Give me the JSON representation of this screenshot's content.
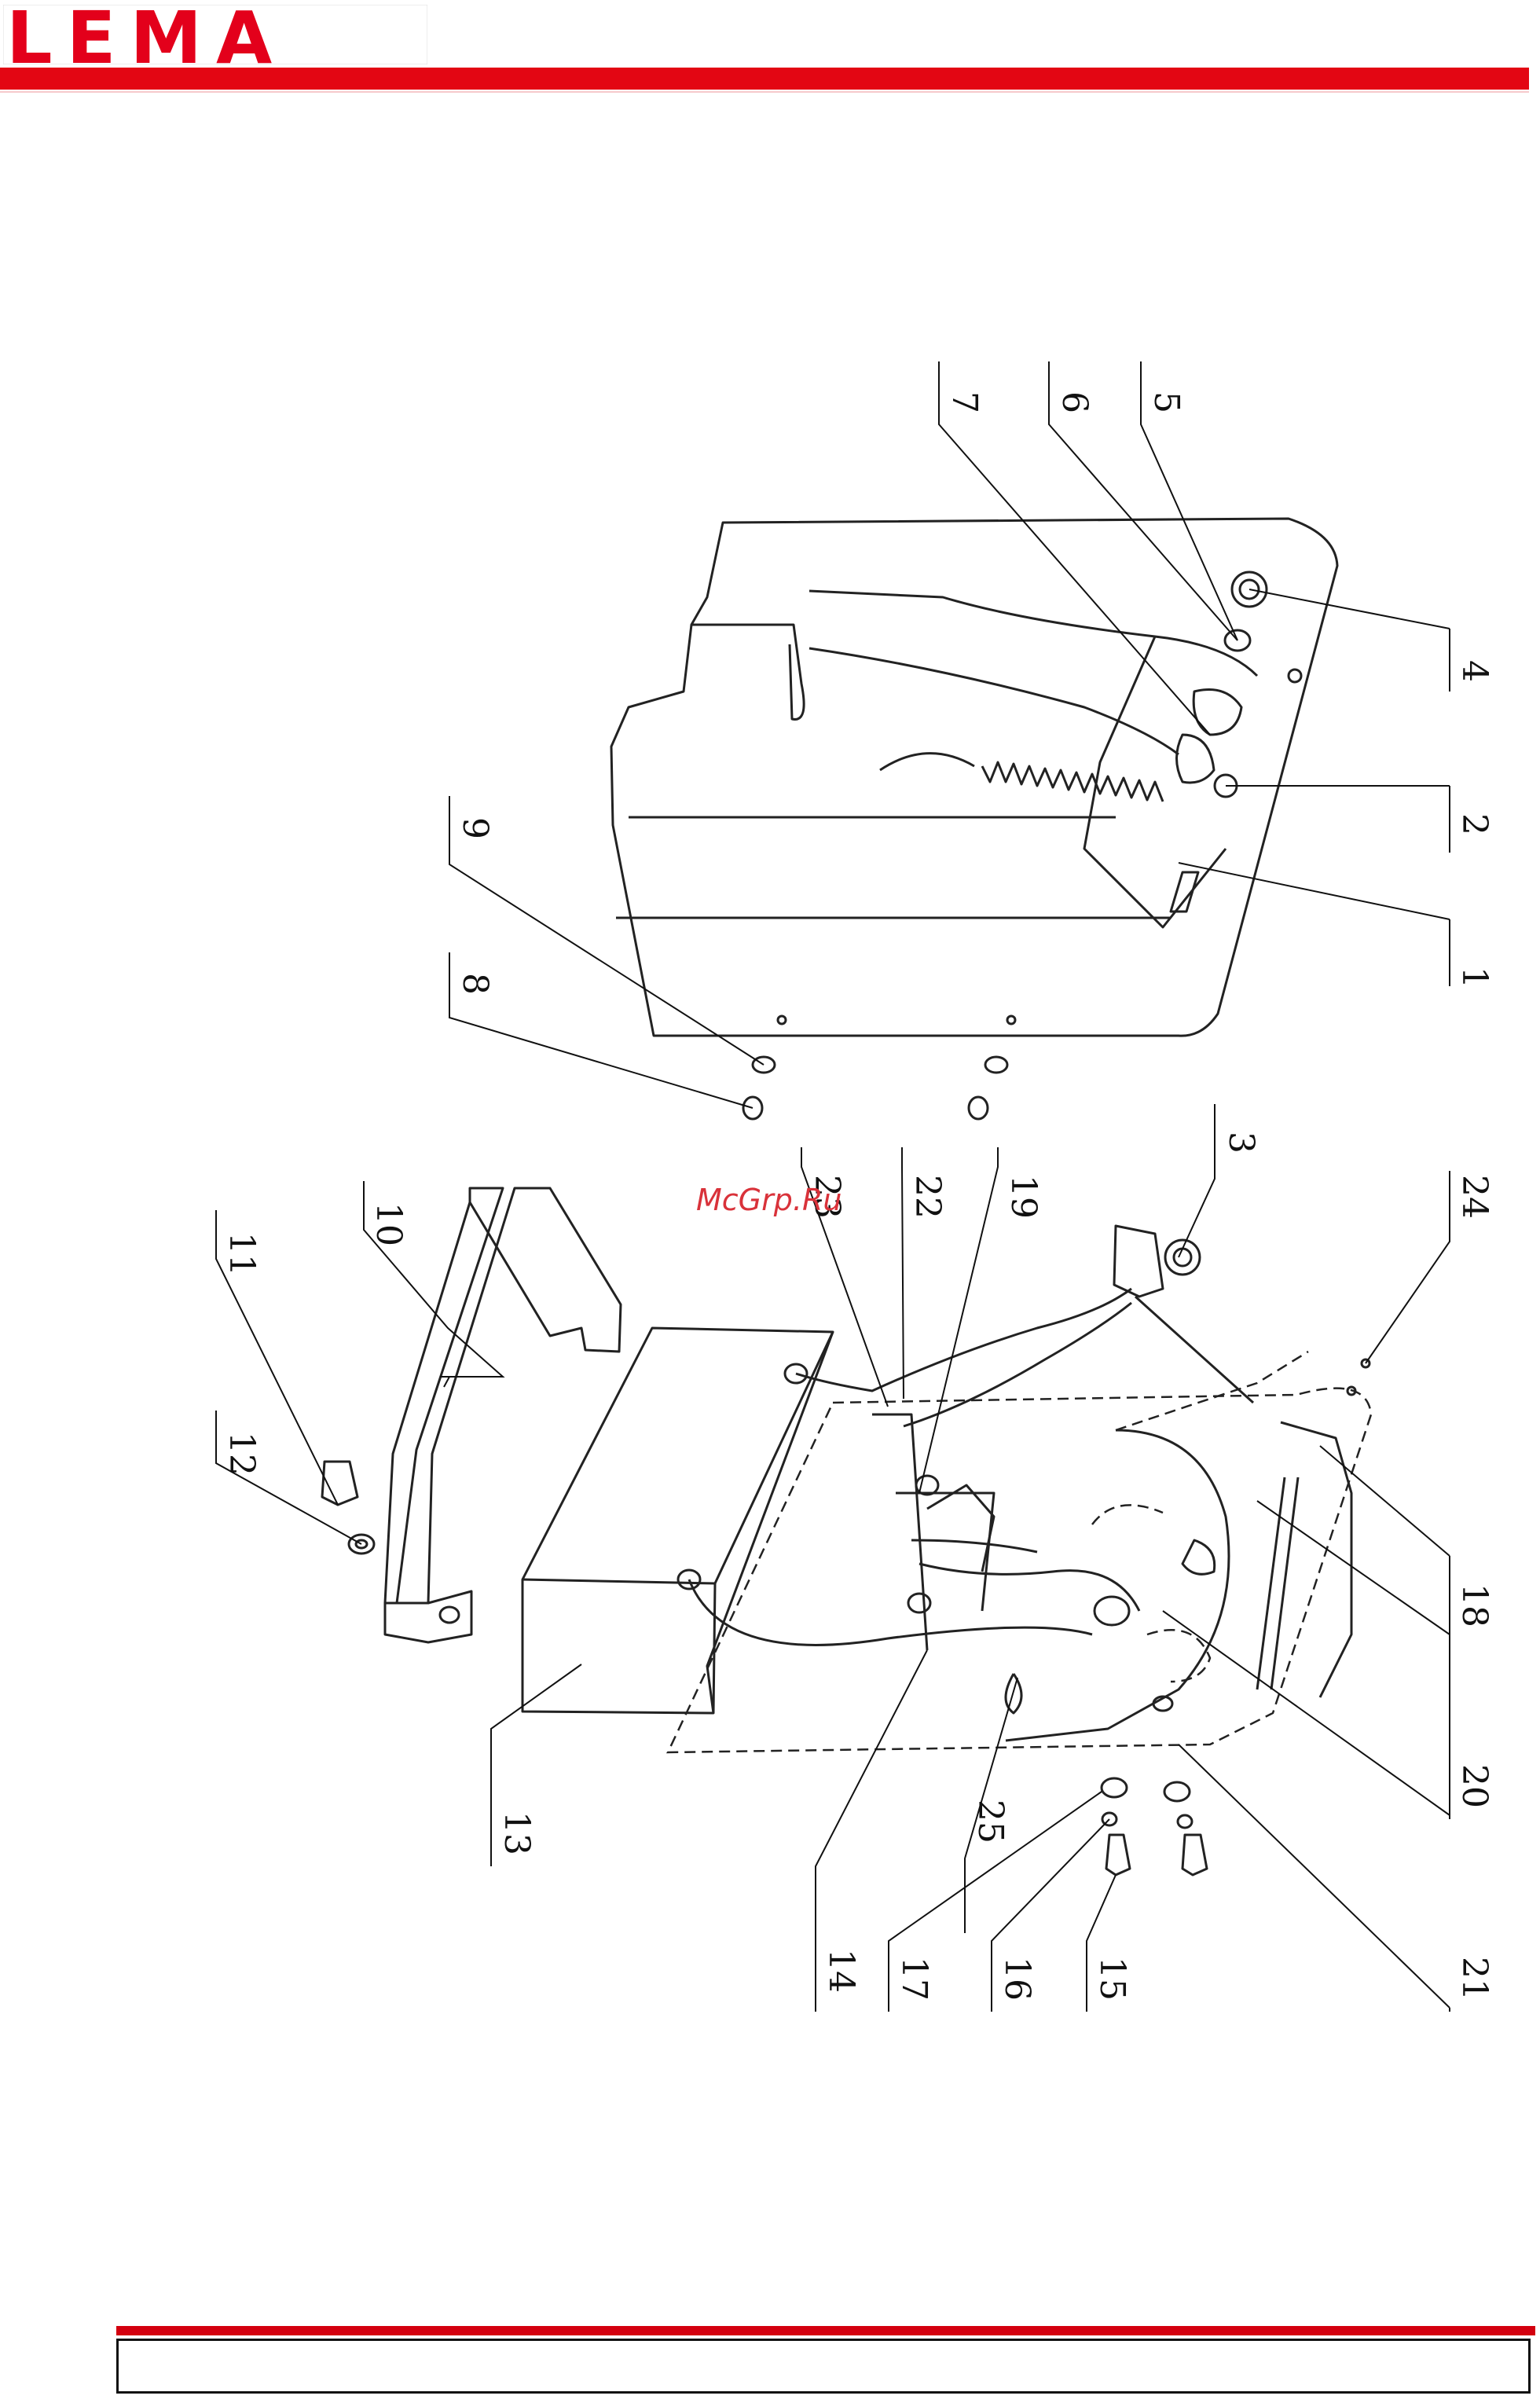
{
  "header": {
    "brand": "LEMA",
    "accent": "#e30613"
  },
  "watermark": "McGrp.Ru",
  "callouts": [
    "1",
    "2",
    "3",
    "4",
    "5",
    "6",
    "7",
    "8",
    "9",
    "10",
    "11",
    "12",
    "13",
    "14",
    "15",
    "16",
    "17",
    "18",
    "19",
    "20",
    "21",
    "22",
    "23",
    "24",
    "25"
  ],
  "footer": {
    "text": ""
  }
}
